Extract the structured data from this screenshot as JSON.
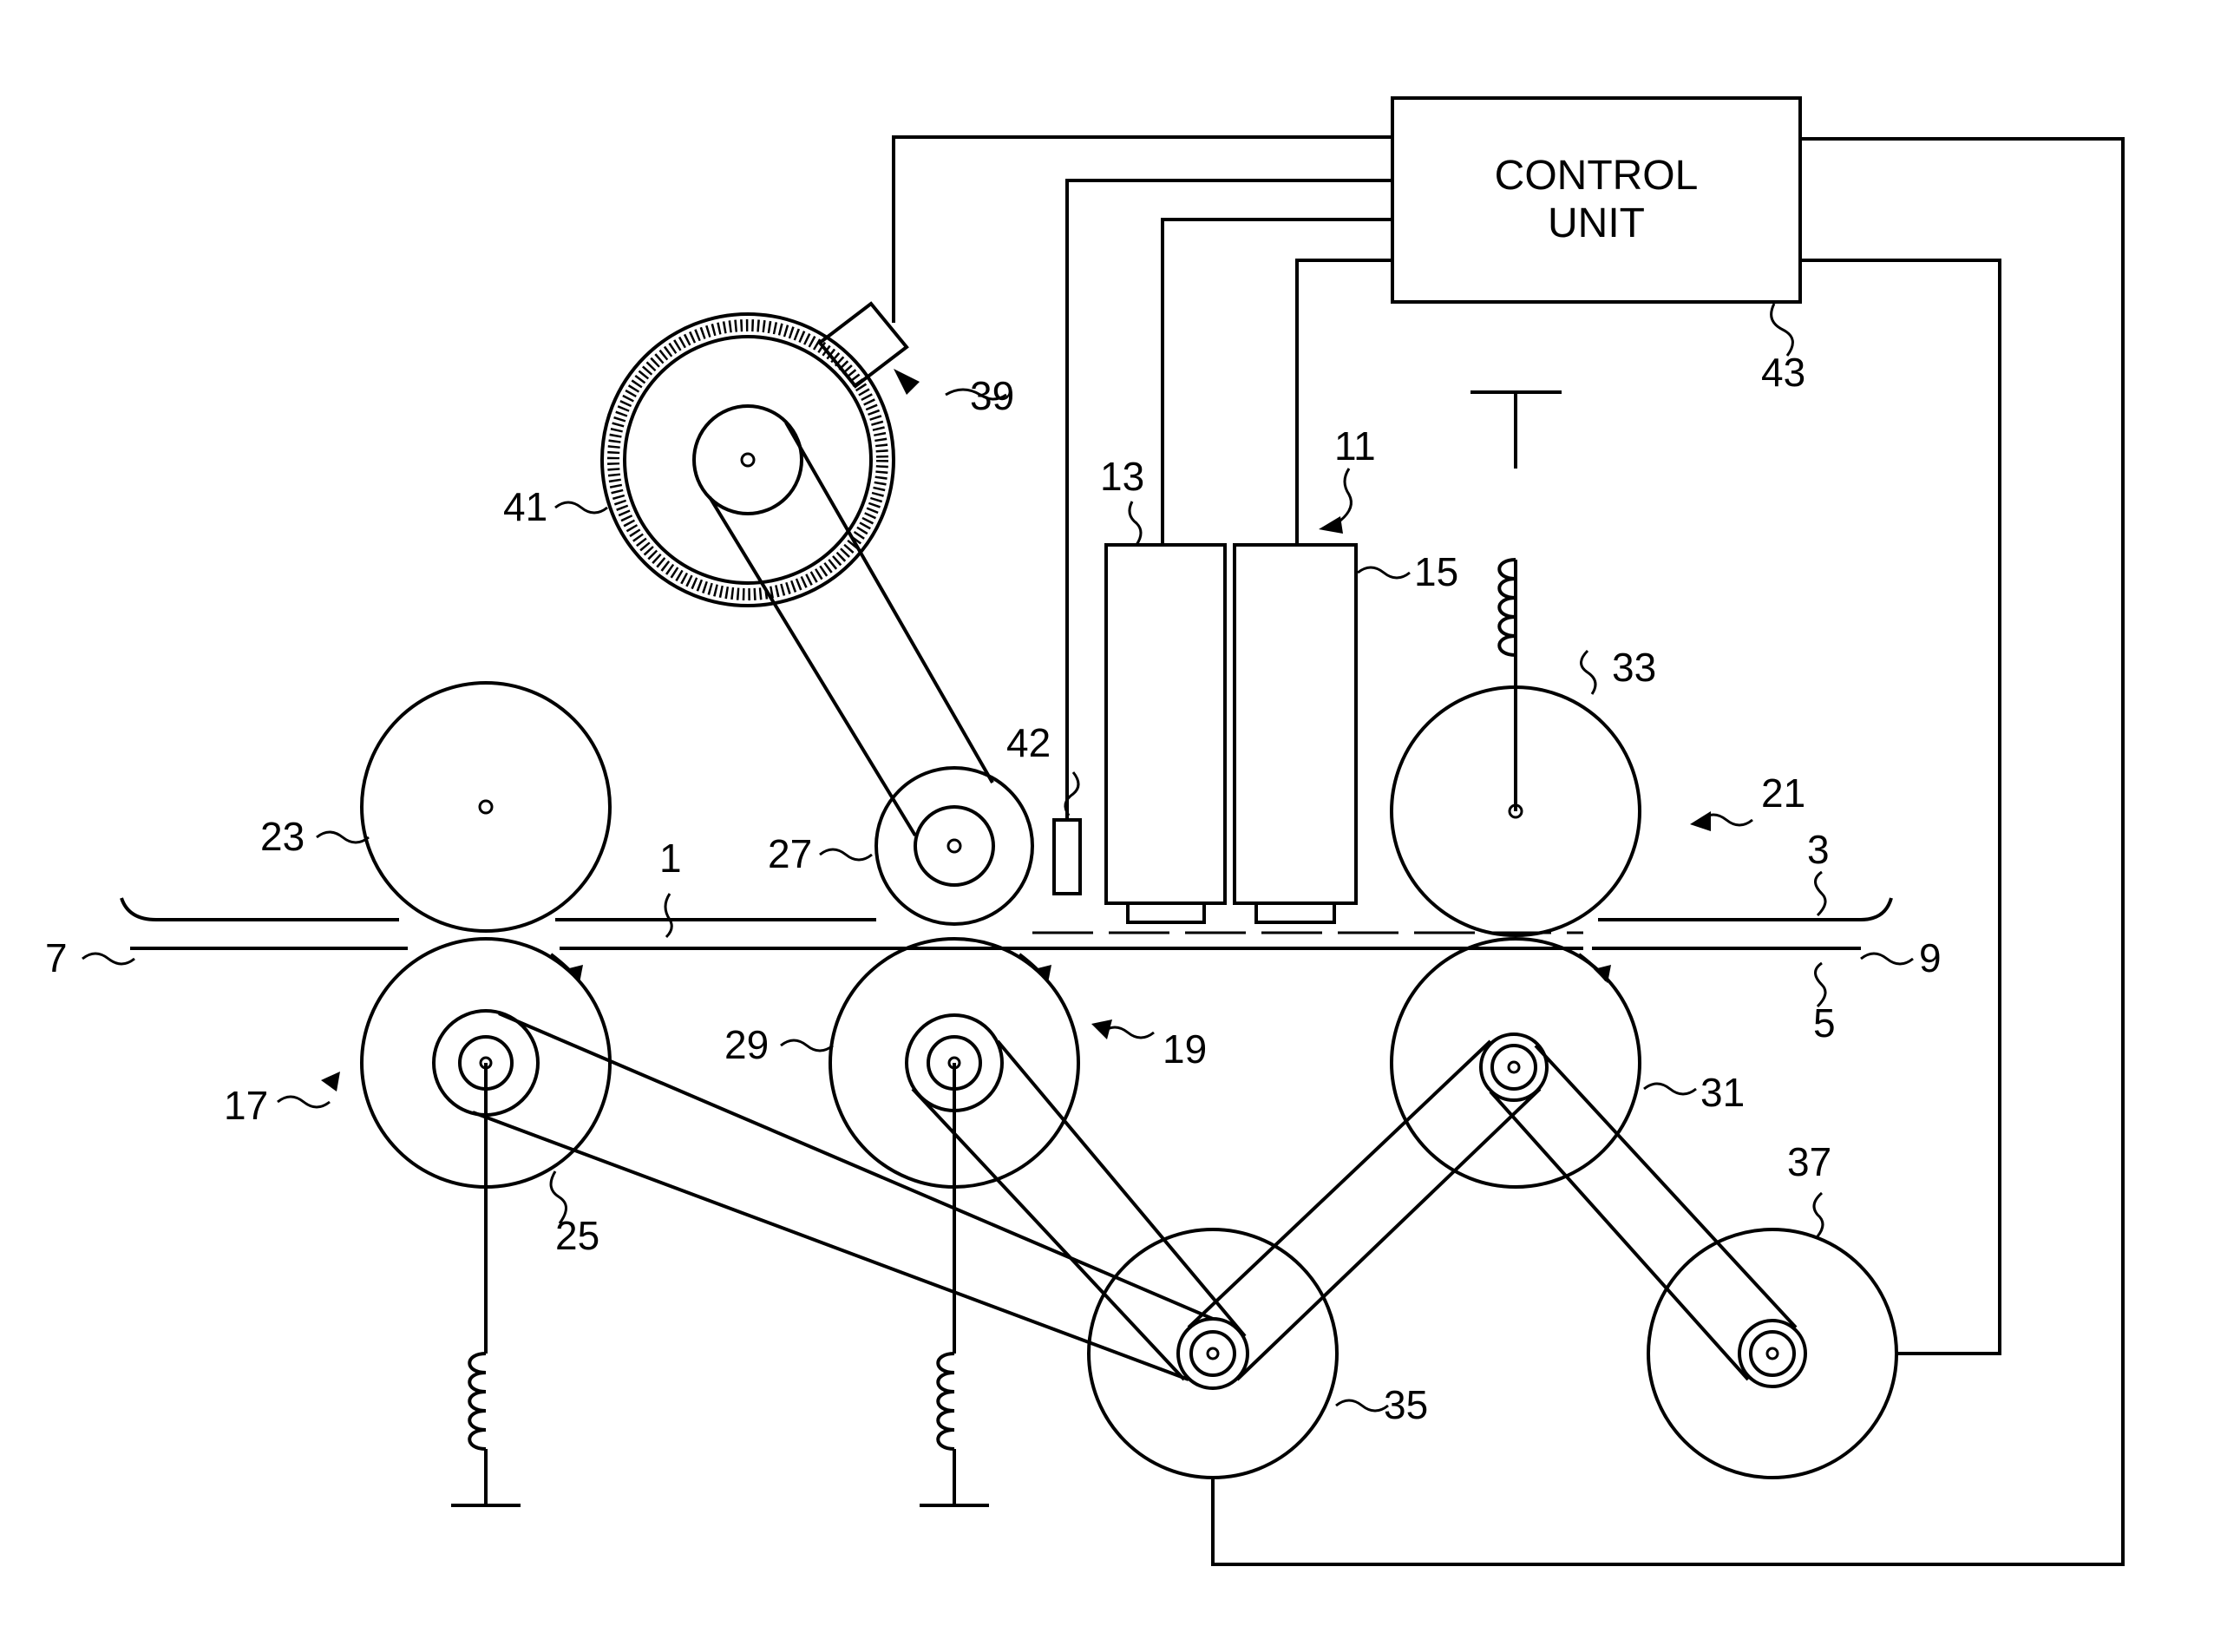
{
  "control_unit": {
    "line1": "CONTROL",
    "line2": "UNIT"
  },
  "labels": {
    "l1": "1",
    "l3": "3",
    "l5": "5",
    "l7": "7",
    "l9": "9",
    "l11": "11",
    "l13": "13",
    "l15": "15",
    "l17": "17",
    "l19": "19",
    "l21": "21",
    "l23": "23",
    "l25": "25",
    "l27": "27",
    "l29": "29",
    "l31": "31",
    "l33": "33",
    "l35": "35",
    "l37": "37",
    "l39": "39",
    "l41": "41",
    "l42": "42",
    "l43": "43"
  }
}
